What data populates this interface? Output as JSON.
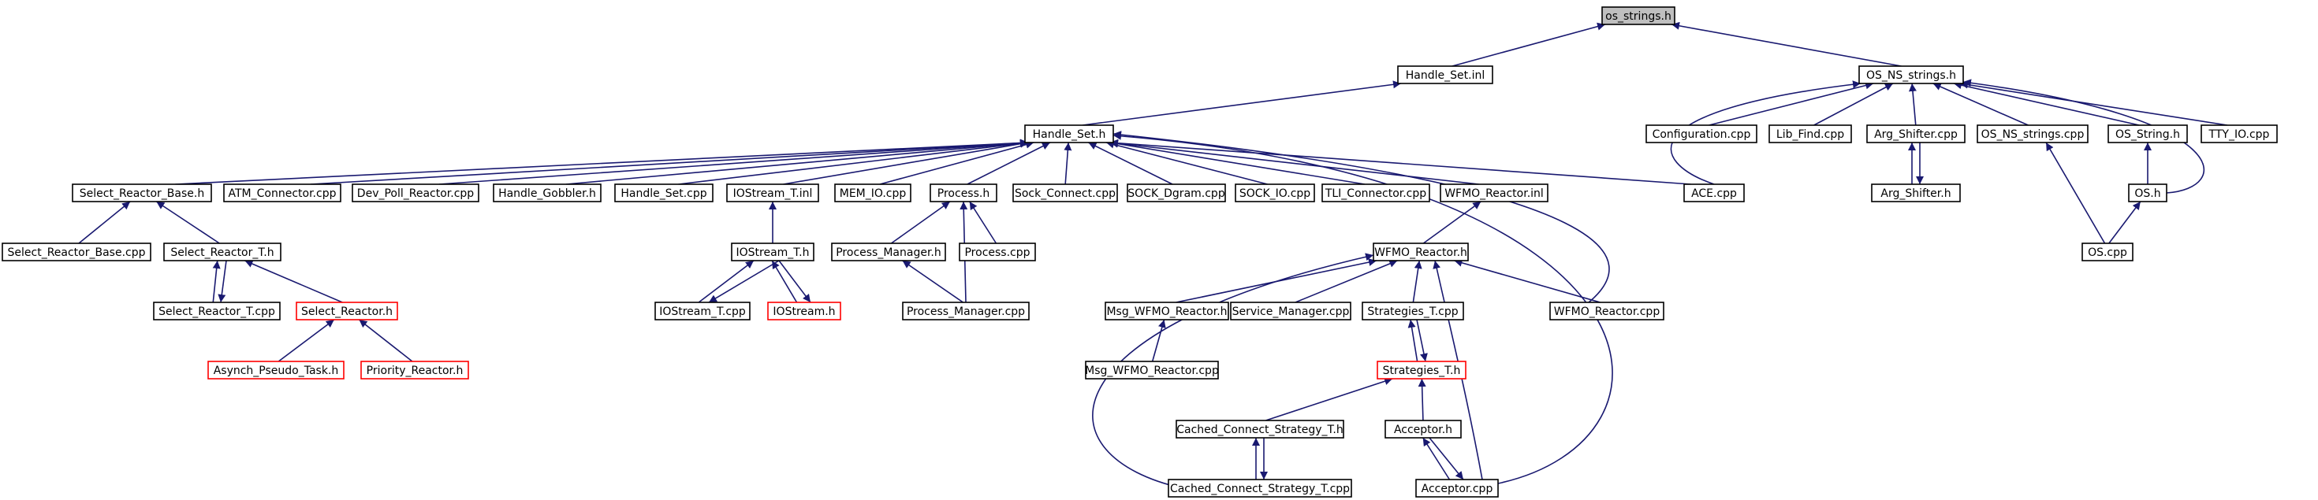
{
  "colors": {
    "edge": "#191970",
    "root_fill": "#bfbfbf",
    "red_border": "#ff0000"
  },
  "nodes": [
    {
      "id": "os_strings_h",
      "label": "os_strings.h",
      "style": "root"
    },
    {
      "id": "handle_set_inl",
      "label": "Handle_Set.inl"
    },
    {
      "id": "os_ns_strings_h",
      "label": "OS_NS_strings.h"
    },
    {
      "id": "handle_set_h",
      "label": "Handle_Set.h"
    },
    {
      "id": "configuration_cpp",
      "label": "Configuration.cpp"
    },
    {
      "id": "lib_find_cpp",
      "label": "Lib_Find.cpp"
    },
    {
      "id": "arg_shifter_cpp",
      "label": "Arg_Shifter.cpp"
    },
    {
      "id": "os_ns_strings_cpp",
      "label": "OS_NS_strings.cpp"
    },
    {
      "id": "os_string_h",
      "label": "OS_String.h"
    },
    {
      "id": "tty_io_cpp",
      "label": "TTY_IO.cpp"
    },
    {
      "id": "select_reactor_base_h",
      "label": "Select_Reactor_Base.h"
    },
    {
      "id": "atm_connector_cpp",
      "label": "ATM_Connector.cpp"
    },
    {
      "id": "dev_poll_reactor_cpp",
      "label": "Dev_Poll_Reactor.cpp"
    },
    {
      "id": "handle_gobbler_h",
      "label": "Handle_Gobbler.h"
    },
    {
      "id": "handle_set_cpp",
      "label": "Handle_Set.cpp"
    },
    {
      "id": "iostream_t_inl",
      "label": "IOStream_T.inl"
    },
    {
      "id": "mem_io_cpp",
      "label": "MEM_IO.cpp"
    },
    {
      "id": "process_h",
      "label": "Process.h"
    },
    {
      "id": "sock_connect_cpp",
      "label": "Sock_Connect.cpp"
    },
    {
      "id": "sock_dgram_cpp",
      "label": "SOCK_Dgram.cpp"
    },
    {
      "id": "sock_io_cpp",
      "label": "SOCK_IO.cpp"
    },
    {
      "id": "tli_connector_cpp",
      "label": "TLI_Connector.cpp"
    },
    {
      "id": "wfmo_reactor_inl",
      "label": "WFMO_Reactor.inl"
    },
    {
      "id": "ace_cpp",
      "label": "ACE.cpp"
    },
    {
      "id": "arg_shifter_h",
      "label": "Arg_Shifter.h"
    },
    {
      "id": "os_h",
      "label": "OS.h"
    },
    {
      "id": "select_reactor_base_cpp",
      "label": "Select_Reactor_Base.cpp"
    },
    {
      "id": "select_reactor_t_h",
      "label": "Select_Reactor_T.h"
    },
    {
      "id": "iostream_t_h",
      "label": "IOStream_T.h"
    },
    {
      "id": "process_manager_h",
      "label": "Process_Manager.h"
    },
    {
      "id": "process_cpp",
      "label": "Process.cpp"
    },
    {
      "id": "wfmo_reactor_h",
      "label": "WFMO_Reactor.h"
    },
    {
      "id": "os_cpp",
      "label": "OS.cpp"
    },
    {
      "id": "select_reactor_t_cpp",
      "label": "Select_Reactor_T.cpp"
    },
    {
      "id": "select_reactor_h",
      "label": "Select_Reactor.h",
      "style": "red"
    },
    {
      "id": "iostream_t_cpp",
      "label": "IOStream_T.cpp"
    },
    {
      "id": "iostream_h",
      "label": "IOStream.h",
      "style": "red"
    },
    {
      "id": "process_manager_cpp",
      "label": "Process_Manager.cpp"
    },
    {
      "id": "msg_wfmo_reactor_h",
      "label": "Msg_WFMO_Reactor.h"
    },
    {
      "id": "service_manager_cpp",
      "label": "Service_Manager.cpp"
    },
    {
      "id": "strategies_t_cpp",
      "label": "Strategies_T.cpp"
    },
    {
      "id": "wfmo_reactor_cpp",
      "label": "WFMO_Reactor.cpp"
    },
    {
      "id": "asynch_pseudo_task_h",
      "label": "Asynch_Pseudo_Task.h",
      "style": "red"
    },
    {
      "id": "priority_reactor_h",
      "label": "Priority_Reactor.h",
      "style": "red"
    },
    {
      "id": "msg_wfmo_reactor_cpp",
      "label": "Msg_WFMO_Reactor.cpp"
    },
    {
      "id": "strategies_t_h",
      "label": "Strategies_T.h",
      "style": "red"
    },
    {
      "id": "cached_connect_strategy_t_h",
      "label": "Cached_Connect_Strategy_T.h"
    },
    {
      "id": "acceptor_h",
      "label": "Acceptor.h"
    },
    {
      "id": "cached_connect_strategy_t_cpp",
      "label": "Cached_Connect_Strategy_T.cpp"
    },
    {
      "id": "acceptor_cpp",
      "label": "Acceptor.cpp"
    }
  ],
  "edges": [
    {
      "from": "handle_set_inl",
      "to": "os_strings_h"
    },
    {
      "from": "os_ns_strings_h",
      "to": "os_strings_h"
    },
    {
      "from": "handle_set_h",
      "to": "handle_set_inl"
    },
    {
      "from": "configuration_cpp",
      "to": "os_ns_strings_h"
    },
    {
      "from": "lib_find_cpp",
      "to": "os_ns_strings_h"
    },
    {
      "from": "arg_shifter_cpp",
      "to": "os_ns_strings_h"
    },
    {
      "from": "os_ns_strings_cpp",
      "to": "os_ns_strings_h"
    },
    {
      "from": "os_string_h",
      "to": "os_ns_strings_h"
    },
    {
      "from": "tty_io_cpp",
      "to": "os_ns_strings_h"
    },
    {
      "from": "ace_cpp",
      "to": "os_ns_strings_h"
    },
    {
      "from": "os_h",
      "to": "os_ns_strings_h"
    },
    {
      "from": "select_reactor_base_h",
      "to": "handle_set_h"
    },
    {
      "from": "atm_connector_cpp",
      "to": "handle_set_h"
    },
    {
      "from": "dev_poll_reactor_cpp",
      "to": "handle_set_h"
    },
    {
      "from": "handle_gobbler_h",
      "to": "handle_set_h"
    },
    {
      "from": "handle_set_cpp",
      "to": "handle_set_h"
    },
    {
      "from": "iostream_t_inl",
      "to": "handle_set_h"
    },
    {
      "from": "mem_io_cpp",
      "to": "handle_set_h"
    },
    {
      "from": "process_h",
      "to": "handle_set_h"
    },
    {
      "from": "sock_connect_cpp",
      "to": "handle_set_h"
    },
    {
      "from": "sock_dgram_cpp",
      "to": "handle_set_h"
    },
    {
      "from": "sock_io_cpp",
      "to": "handle_set_h"
    },
    {
      "from": "tli_connector_cpp",
      "to": "handle_set_h"
    },
    {
      "from": "wfmo_reactor_inl",
      "to": "handle_set_h"
    },
    {
      "from": "ace_cpp",
      "to": "handle_set_h"
    },
    {
      "from": "wfmo_reactor_cpp",
      "to": "handle_set_h"
    },
    {
      "from": "acceptor_cpp",
      "to": "handle_set_h"
    },
    {
      "from": "arg_shifter_h",
      "to": "arg_shifter_cpp"
    },
    {
      "from": "arg_shifter_cpp",
      "to": "arg_shifter_h"
    },
    {
      "from": "os_h",
      "to": "os_string_h"
    },
    {
      "from": "os_cpp",
      "to": "os_h"
    },
    {
      "from": "os_cpp",
      "to": "os_ns_strings_cpp"
    },
    {
      "from": "select_reactor_base_cpp",
      "to": "select_reactor_base_h"
    },
    {
      "from": "select_reactor_t_h",
      "to": "select_reactor_base_h"
    },
    {
      "from": "select_reactor_t_cpp",
      "to": "select_reactor_t_h"
    },
    {
      "from": "select_reactor_t_h",
      "to": "select_reactor_t_cpp"
    },
    {
      "from": "select_reactor_h",
      "to": "select_reactor_t_h"
    },
    {
      "from": "asynch_pseudo_task_h",
      "to": "select_reactor_h"
    },
    {
      "from": "priority_reactor_h",
      "to": "select_reactor_h"
    },
    {
      "from": "iostream_t_h",
      "to": "iostream_t_inl"
    },
    {
      "from": "iostream_t_cpp",
      "to": "iostream_t_h"
    },
    {
      "from": "iostream_t_h",
      "to": "iostream_t_cpp"
    },
    {
      "from": "iostream_h",
      "to": "iostream_t_h"
    },
    {
      "from": "iostream_t_h",
      "to": "iostream_h"
    },
    {
      "from": "process_manager_h",
      "to": "process_h"
    },
    {
      "from": "process_cpp",
      "to": "process_h"
    },
    {
      "from": "process_manager_cpp",
      "to": "process_h"
    },
    {
      "from": "process_manager_cpp",
      "to": "process_manager_h"
    },
    {
      "from": "wfmo_reactor_h",
      "to": "wfmo_reactor_inl"
    },
    {
      "from": "msg_wfmo_reactor_h",
      "to": "wfmo_reactor_h"
    },
    {
      "from": "service_manager_cpp",
      "to": "wfmo_reactor_h"
    },
    {
      "from": "strategies_t_cpp",
      "to": "wfmo_reactor_h"
    },
    {
      "from": "wfmo_reactor_cpp",
      "to": "wfmo_reactor_h"
    },
    {
      "from": "cached_connect_strategy_t_cpp",
      "to": "wfmo_reactor_h"
    },
    {
      "from": "acceptor_cpp",
      "to": "wfmo_reactor_h"
    },
    {
      "from": "msg_wfmo_reactor_cpp",
      "to": "msg_wfmo_reactor_h"
    },
    {
      "from": "strategies_t_h",
      "to": "strategies_t_cpp"
    },
    {
      "from": "strategies_t_cpp",
      "to": "strategies_t_h"
    },
    {
      "from": "cached_connect_strategy_t_h",
      "to": "strategies_t_h"
    },
    {
      "from": "acceptor_h",
      "to": "strategies_t_h"
    },
    {
      "from": "cached_connect_strategy_t_cpp",
      "to": "cached_connect_strategy_t_h"
    },
    {
      "from": "cached_connect_strategy_t_h",
      "to": "cached_connect_strategy_t_cpp"
    },
    {
      "from": "acceptor_cpp",
      "to": "acceptor_h"
    },
    {
      "from": "acceptor_h",
      "to": "acceptor_cpp"
    }
  ]
}
